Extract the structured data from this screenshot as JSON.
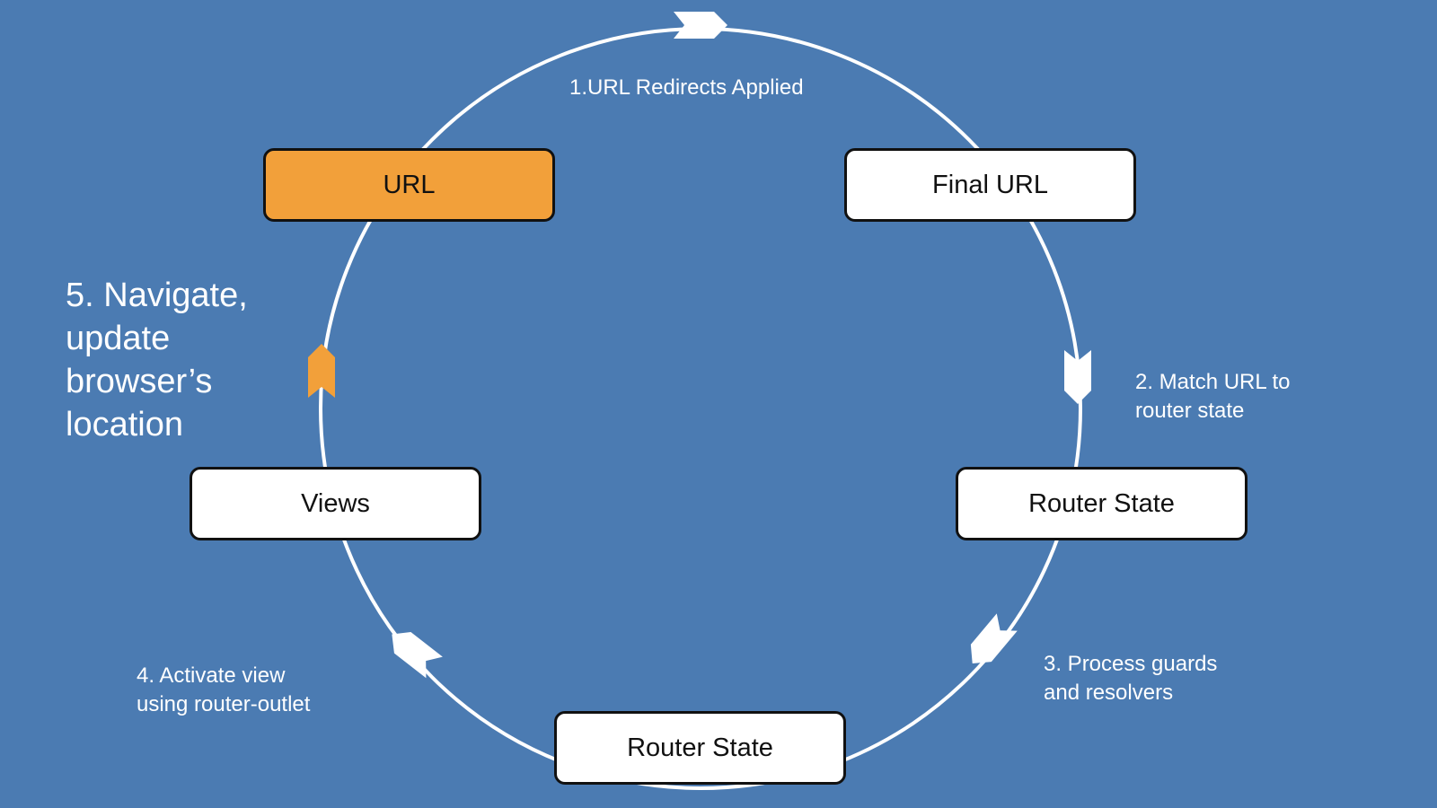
{
  "colors": {
    "background": "#4b7bb2",
    "line": "#ffffff",
    "accent": "#f2a03a",
    "node_fill": "#ffffff",
    "node_border": "#111111",
    "text_dark": "#111111",
    "text_light": "#ffffff"
  },
  "nodes": {
    "url": {
      "label": "URL",
      "highlighted": true
    },
    "final_url": {
      "label": "Final URL"
    },
    "router_state_1": {
      "label": "Router State"
    },
    "router_state_2": {
      "label": "Router State"
    },
    "views": {
      "label": "Views"
    }
  },
  "steps": {
    "step1": {
      "lines": [
        "1.URL Redirects Applied"
      ]
    },
    "step2": {
      "lines": [
        "2. Match URL to",
        "router state"
      ]
    },
    "step3": {
      "lines": [
        "3. Process guards",
        "and resolvers"
      ]
    },
    "step4": {
      "lines": [
        "4. Activate view",
        "using router-outlet"
      ]
    },
    "step5": {
      "lines": [
        "5. Navigate,",
        "update",
        "browser’s",
        "location"
      ]
    }
  },
  "arrows": [
    {
      "name": "arrow-step1-icon",
      "color": "white",
      "direction": "clockwise"
    },
    {
      "name": "arrow-step2-icon",
      "color": "white",
      "direction": "clockwise"
    },
    {
      "name": "arrow-step3-icon",
      "color": "white",
      "direction": "clockwise"
    },
    {
      "name": "arrow-step4-icon",
      "color": "white",
      "direction": "clockwise"
    },
    {
      "name": "arrow-step5-icon",
      "color": "accent",
      "direction": "clockwise"
    }
  ]
}
